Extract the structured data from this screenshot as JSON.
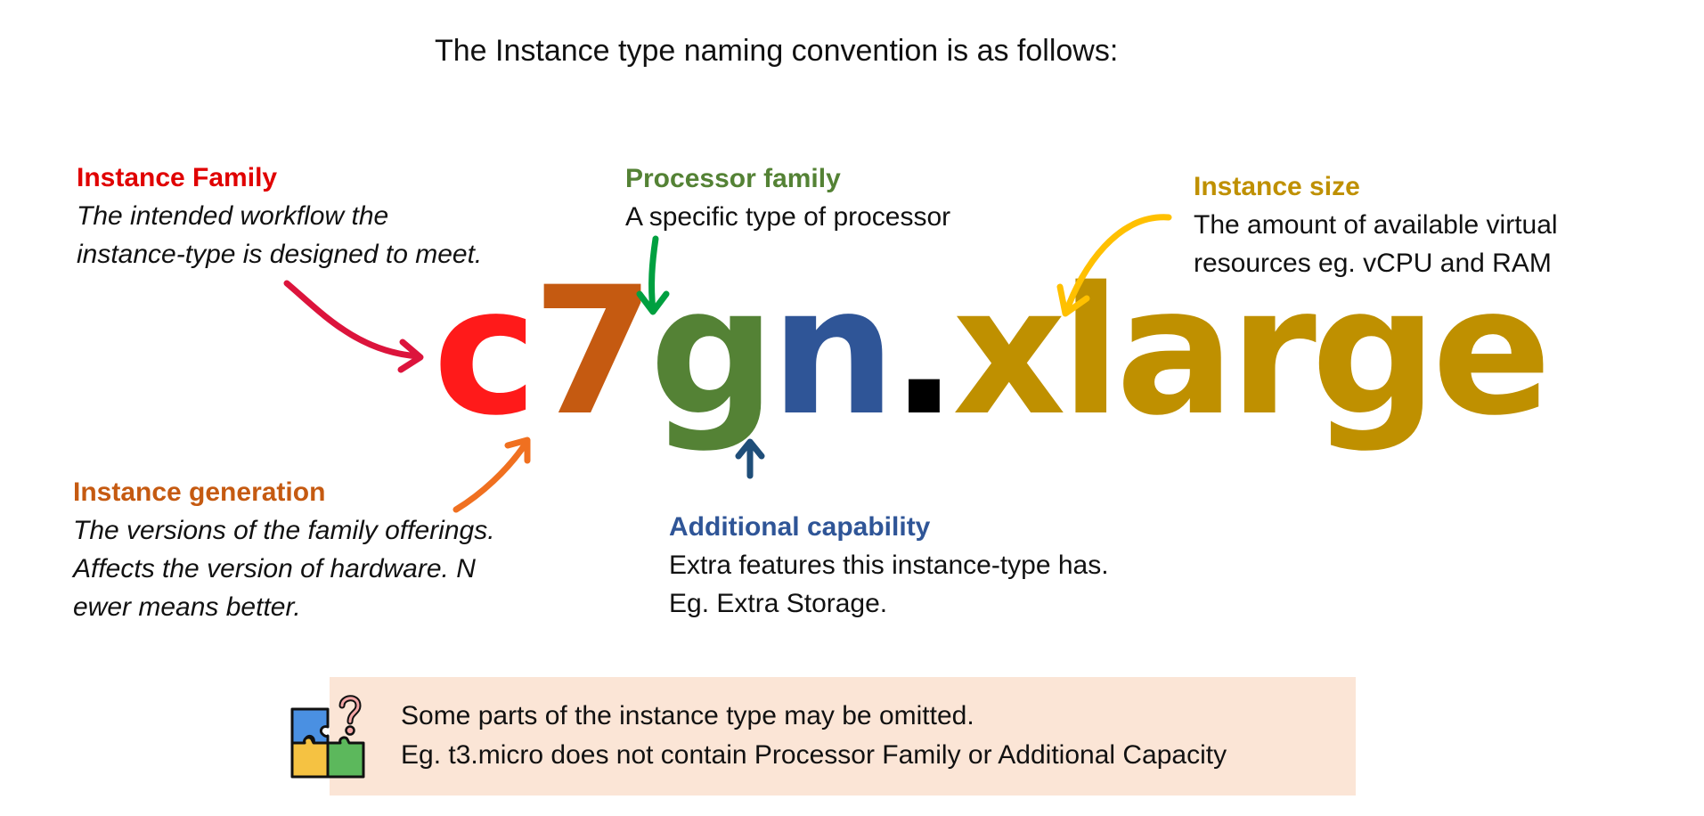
{
  "title": "The Instance type naming convention is as follows:",
  "example": {
    "parts": [
      {
        "text": "c",
        "color": "#ff1a1a"
      },
      {
        "text": "7",
        "color": "#c55a11"
      },
      {
        "text": "g",
        "color": "#548235"
      },
      {
        "text": "n",
        "color": "#2f5597"
      },
      {
        "text": ".",
        "color": "#000000"
      },
      {
        "text": "xlarge",
        "color": "#bf9000"
      }
    ]
  },
  "labels": {
    "family": {
      "heading": "Instance Family",
      "line1": "The intended workflow the",
      "line2": "instance-type is designed to meet.",
      "color": "#e00000"
    },
    "processor": {
      "heading": "Processor family",
      "line1": "A specific type of processor",
      "color": "#548235"
    },
    "size": {
      "heading": "Instance size",
      "line1": "The amount of available virtual",
      "line2": "resources eg. vCPU and RAM",
      "color": "#bf9000"
    },
    "generation": {
      "heading": "Instance generation",
      "line1": "The versions of the family offerings.",
      "line2": "Affects the version of hardware. N",
      "line3": "ewer means better.",
      "color": "#c55a11"
    },
    "capability": {
      "heading": "Additional capability",
      "line1": "Extra features this instance-type has.",
      "line2": "Eg. Extra Storage.",
      "color": "#2f5597"
    }
  },
  "arrow_colors": {
    "family": "#dc143c",
    "processor": "#00a040",
    "size": "#ffc000",
    "generation": "#f07020",
    "capability": "#1f4e79"
  },
  "note": {
    "line1": "Some parts of the instance type may be omitted.",
    "line2": "Eg. t3.micro does not contain Processor Family or Additional Capacity",
    "background": "#fbe5d6",
    "icon": "puzzle-question-icon"
  }
}
